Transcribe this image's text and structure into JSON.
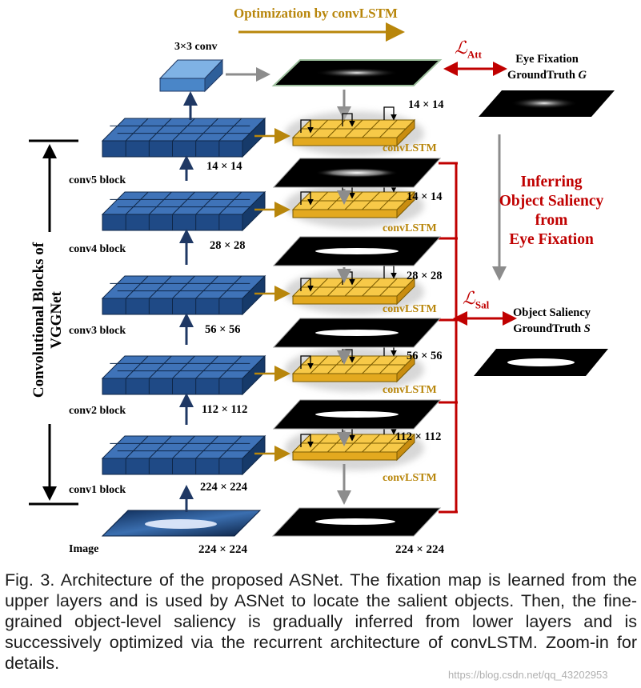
{
  "title": "Optimization by convLSTM",
  "conv3x3": "3×3 conv",
  "loss_att": {
    "symbol": "ℒ",
    "sub": "Att"
  },
  "loss_sal": {
    "symbol": "ℒ",
    "sub": "Sal"
  },
  "eye_fixation": {
    "line1": "Eye Fixation",
    "line2": "GroundTruth ",
    "var": "G"
  },
  "object_saliency": {
    "line1": "Object Saliency",
    "line2": "GroundTruth ",
    "var": "S"
  },
  "inferring": [
    "Inferring",
    "Object Saliency",
    "from",
    "Eye Fixation"
  ],
  "vgg_label": [
    "Convolutional Blocks of",
    "VGGNet"
  ],
  "blocks": [
    "conv5 block",
    "conv4 block",
    "conv3 block",
    "conv2 block",
    "conv1 block"
  ],
  "block_sizes": [
    "14 × 14",
    "28 × 28",
    "56 × 56",
    "112 × 112",
    "224 × 224"
  ],
  "lstm_sizes": [
    "14 × 14",
    "14 × 14",
    "28 × 28",
    "56 × 56",
    "112 × 112"
  ],
  "convlstm": "convLSTM",
  "image_label": "Image",
  "image_size": "224 × 224",
  "output_size": "224 × 224",
  "caption": "Fig. 3. Architecture of the proposed ASNet. The fixation map is learned from the upper layers and is used by ASNet to locate the salient objects. Then, the fine-grained object-level saliency is gradually inferred from lower layers and is successively optimized via the recurrent architecture of convLSTM. Zoom-in for details.",
  "watermark": "https://blog.csdn.net/qq_43202953",
  "colors": {
    "gold": "#b8860b",
    "red": "#c00000",
    "blue_top": "#3a6db3",
    "blue_side": "#1e3d6e",
    "yellow": "#f5c242",
    "gray_arrow": "#8c8c8c"
  }
}
